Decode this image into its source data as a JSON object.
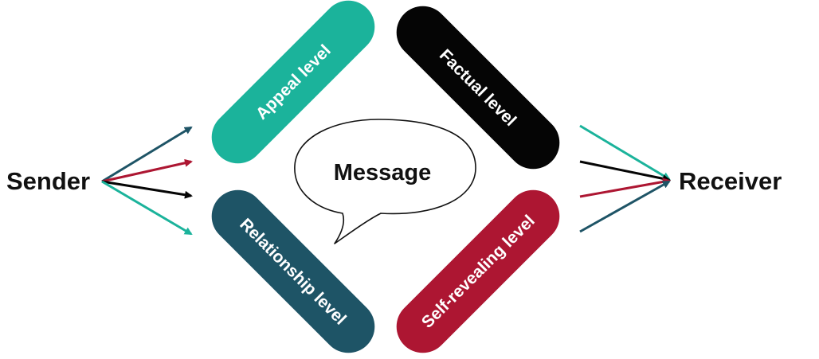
{
  "sender": {
    "label": "Sender"
  },
  "receiver": {
    "label": "Receiver"
  },
  "message": {
    "label": "Message"
  },
  "levels": {
    "appeal": {
      "label": "Appeal level",
      "color": "#1bb39b"
    },
    "factual": {
      "label": "Factual level",
      "color": "#050505"
    },
    "relationship": {
      "label": "Relationship level",
      "color": "#1e5466"
    },
    "self_revealing": {
      "label": "Self-revealing level",
      "color": "#ad1632"
    }
  },
  "colors": {
    "teal": "#1bb39b",
    "black": "#050505",
    "navy": "#1e5466",
    "red": "#ad1632",
    "text": "#111111"
  }
}
